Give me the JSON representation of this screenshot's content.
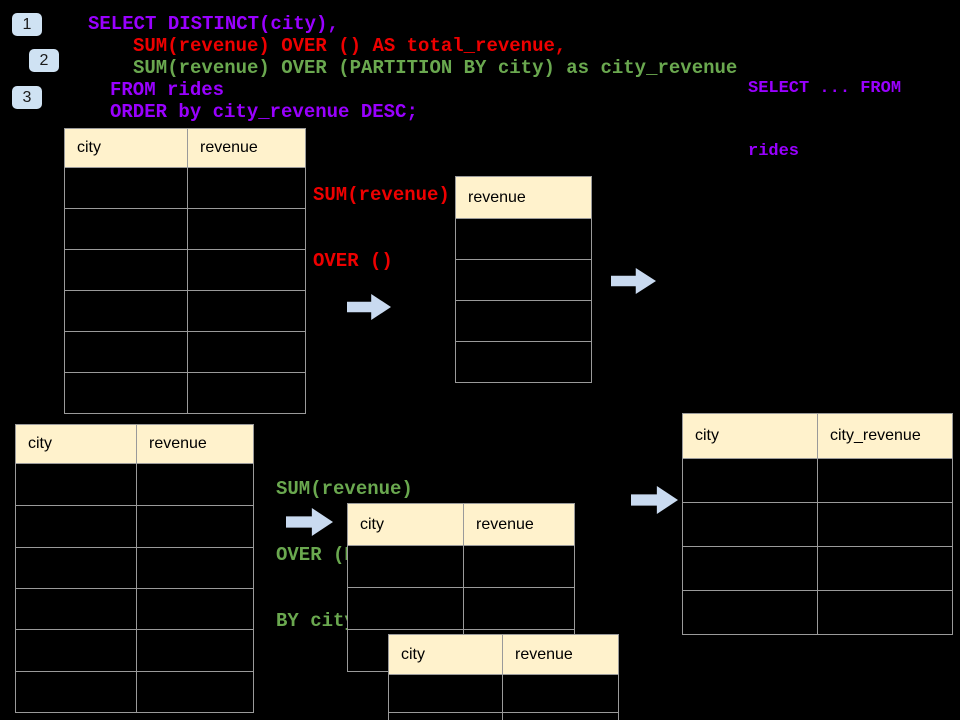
{
  "steps": {
    "badge1": "1",
    "badge2": "2",
    "badge3": "3"
  },
  "sql_code": {
    "line1": "SELECT DISTINCT(city),",
    "line2": "SUM(revenue) OVER () AS total_revenue,",
    "line3": "SUM(revenue) OVER (PARTITION BY city) as city_revenue",
    "line4": "FROM rides",
    "line5": "ORDER by city_revenue DESC;"
  },
  "side_note": {
    "line1": "SELECT ... FROM",
    "line2": "rides"
  },
  "annotation_total": {
    "line1": "SUM(revenue)",
    "line2": "OVER ()"
  },
  "annotation_partition": {
    "line1": "SUM(revenue)",
    "line2": "OVER (PARTITION",
    "line3": "BY city)"
  },
  "tables": {
    "source_top": {
      "col1": "city",
      "col2": "revenue"
    },
    "total_result": {
      "col1": "revenue"
    },
    "source_bottom": {
      "col1": "city",
      "col2": "revenue"
    },
    "partition_step": {
      "col1": "city",
      "col2": "revenue"
    },
    "partition_overlay": {
      "col1": "city",
      "col2": "revenue"
    },
    "partition_result": {
      "col1": "city",
      "col2": "city_revenue"
    }
  },
  "colors": {
    "keyword_purple": "#9900FF",
    "total_red": "#EE0000",
    "partition_green": "#6AA84F",
    "table_header_fill": "#FFF2CC",
    "arrow_blue": "#C9DAF0",
    "badge_blue": "#CFE2F3",
    "table_border": "#9A9A9A",
    "background": "#000000"
  }
}
